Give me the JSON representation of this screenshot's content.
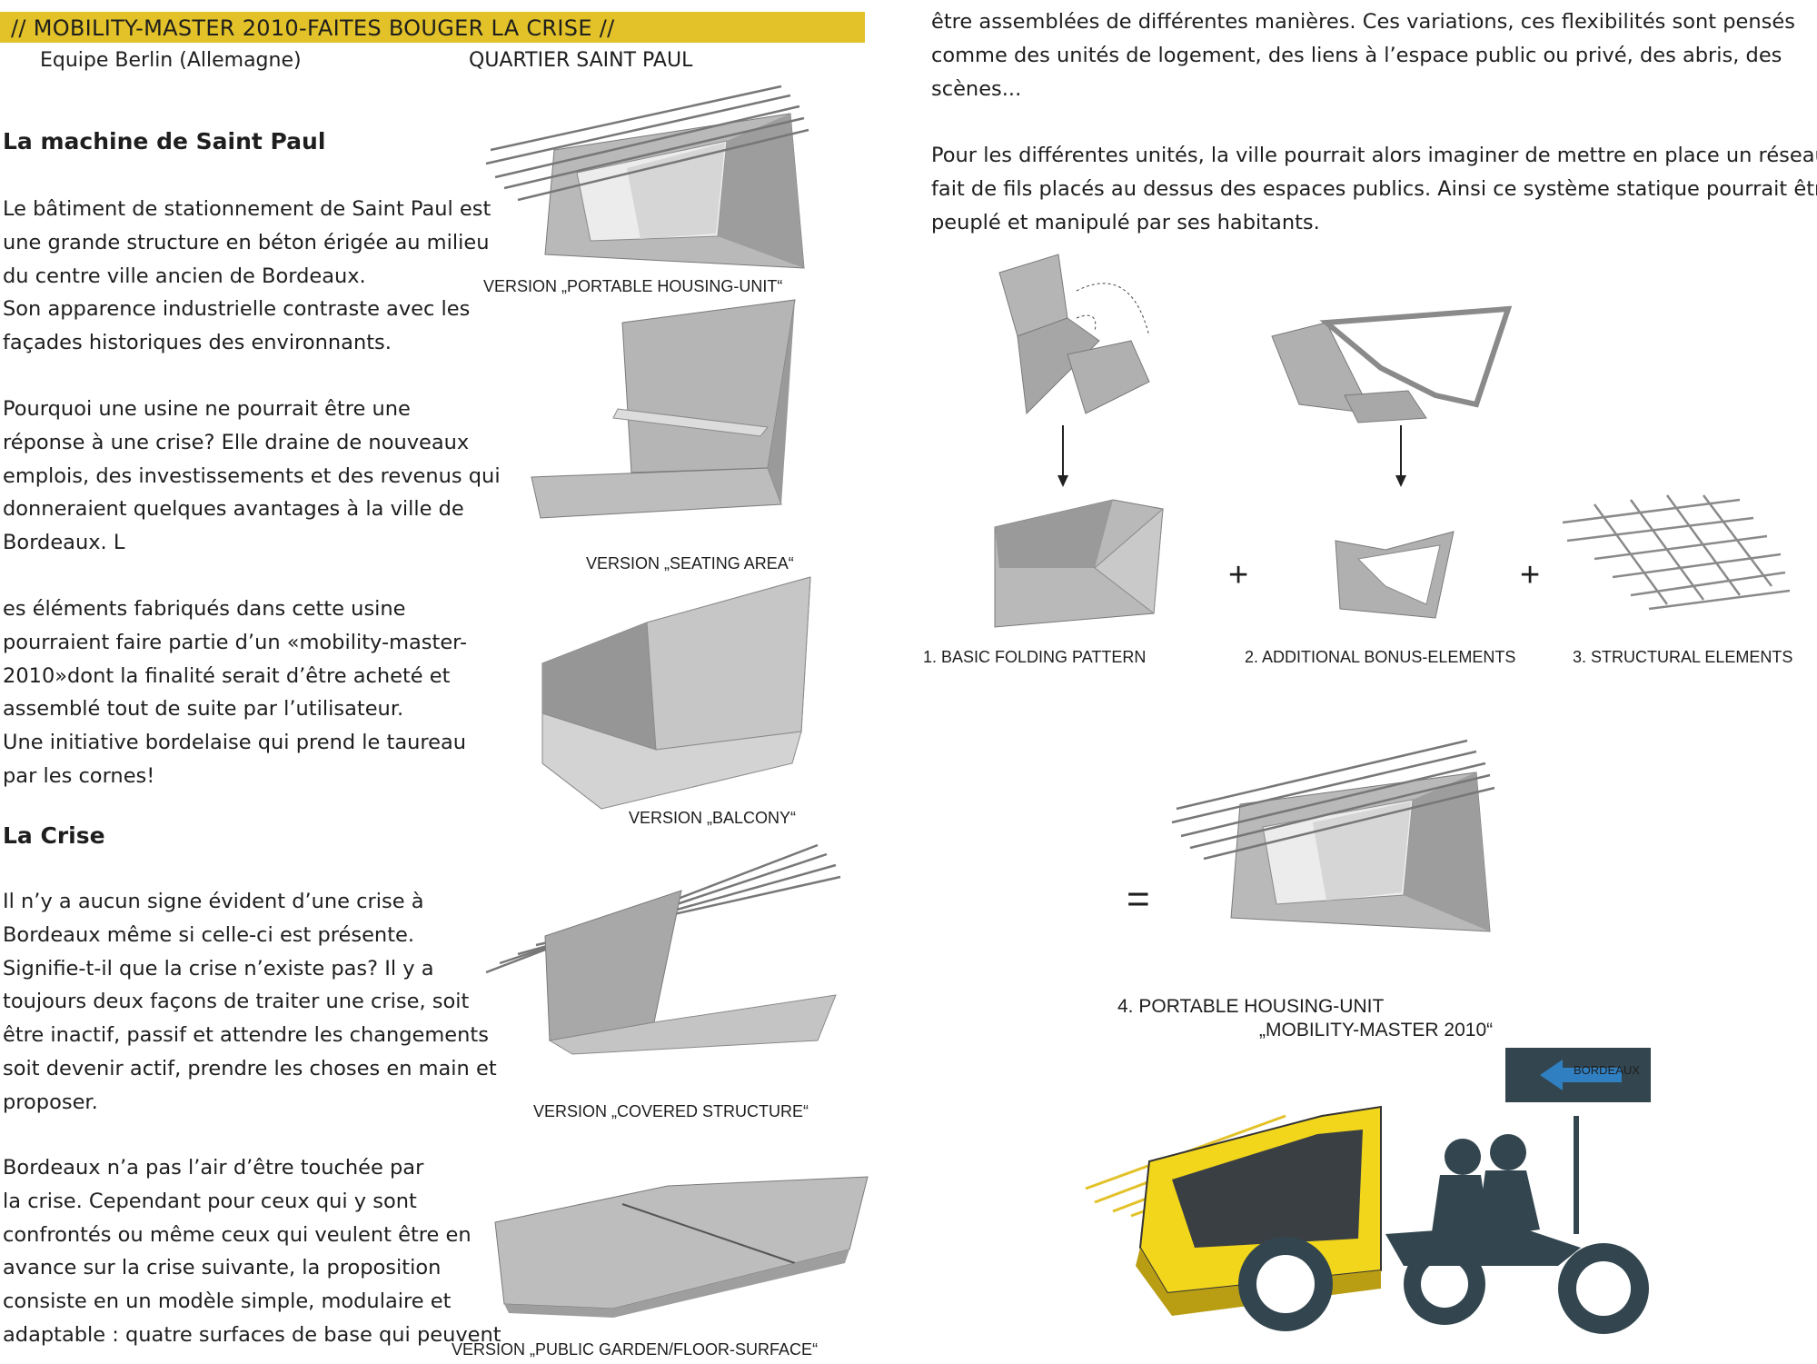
{
  "header": {
    "banner": "// MOBILITY-MASTER 2010-FAITES BOUGER LA CRISE //",
    "team": "Equipe Berlin (Allemagne)",
    "district": "QUARTIER SAINT PAUL"
  },
  "left": {
    "heading1": "La machine de Saint Paul",
    "p1": [
      "Le bâtiment de stationnement de Saint Paul est",
      "une grande structure en béton érigée au milieu",
      "du centre ville ancien de Bordeaux.",
      "Son apparence industrielle contraste avec les",
      "façades historiques des environnants."
    ],
    "p2": [
      "Pourquoi une usine ne pourrait être une",
      "réponse à une crise? Elle draine de nouveaux",
      "emplois, des investissements et des revenus qui",
      "donneraient quelques avantages à la ville de",
      "Bordeaux. L"
    ],
    "p3": [
      "es éléments fabriqués dans cette usine",
      "pourraient faire partie d’un «mobility-master-",
      "2010»dont la finalité serait d’être acheté et",
      "assemblé tout de suite par l’utilisateur.",
      "Une initiative bordelaise qui prend le taureau",
      "par les cornes!"
    ],
    "heading2": "La Crise",
    "p4": [
      "Il n’y a aucun signe évident d’une crise à",
      "Bordeaux même si celle-ci est présente.",
      "Signifie-t-il que la crise n’existe pas? Il y a",
      "toujours deux façons de traiter une crise, soit",
      "être inactif, passif et attendre les changements",
      "soit devenir actif, prendre les choses en main et",
      "proposer."
    ],
    "p5": [
      "Bordeaux n’a pas l’air d’être touchée par",
      "la crise. Cependant pour ceux qui y sont",
      "confrontés ou même ceux qui veulent être en",
      "avance sur la crise suivante, la proposition",
      "consiste en un modèle simple, modulaire et",
      "adaptable : quatre surfaces de base qui peuvent"
    ]
  },
  "versions": {
    "v1": "VERSION „PORTABLE HOUSING-UNIT“",
    "v2": "VERSION „SEATING AREA“",
    "v3": "VERSION „BALCONY“",
    "v4": "VERSION „COVERED STRUCTURE“",
    "v5": "VERSION „PUBLIC GARDEN/FLOOR-SURFACE“"
  },
  "right": {
    "p1": [
      "être assemblées de différentes manières. Ces variations, ces flexibilités sont pensés",
      "comme des unités de logement, des liens à l’espace public ou privé, des abris, des",
      "scènes..."
    ],
    "p2": [
      "Pour les différentes unités, la ville pourrait alors imaginer de mettre en place un réseau,",
      "fait de fils placés au dessus des espaces publics. Ainsi ce système statique pourrait être",
      "peuplé et manipulé par ses habitants."
    ]
  },
  "steps": {
    "s1": "1. BASIC FOLDING PATTERN",
    "s2": "2. ADDITIONAL BONUS-ELEMENTS",
    "s3": "3. STRUCTURAL ELEMENTS",
    "s4a": "4. PORTABLE HOUSING-UNIT",
    "s4b": "„MOBILITY-MASTER 2010“",
    "plus": "+",
    "equals": "="
  },
  "sign": {
    "label": "BORDEAUX"
  },
  "colors": {
    "banner": "#e2c228",
    "panel": "#b9b9b9",
    "panel_dark": "#8e8e8e",
    "yellow": "#f2d61c",
    "silhouette": "#33464f",
    "sign_arrow": "#2f7fc1"
  }
}
